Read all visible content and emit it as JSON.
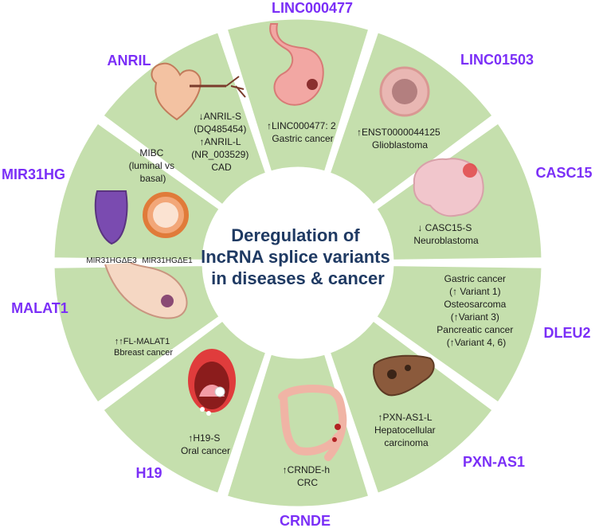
{
  "center_title": [
    "Deregulation of",
    "lncRNA splice variants",
    "in diseases & cancer"
  ],
  "colors": {
    "segment": "#c5dfad",
    "label": "#7b2ff7",
    "title": "#1f3a63"
  },
  "segments": [
    {
      "name": "LINC000477",
      "text": [
        "↑LINC000477: 2",
        "Gastric cancer"
      ],
      "icon": "stomach-icon"
    },
    {
      "name": "LINC01503",
      "text": [
        "↑ENST0000044125",
        "Glioblastoma"
      ],
      "icon": "tumor-cell-icon"
    },
    {
      "name": "CASC15",
      "text": [
        "↓ CASC15-S",
        "Neuroblastoma"
      ],
      "icon": "brain-icon"
    },
    {
      "name": "DLEU2",
      "text": [
        "Gastric cancer",
        "(↑ Variant 1)",
        "Osteosarcoma",
        "(↑Variant 3)",
        "Pancreatic cancer",
        "(↑Variant 4, 6)"
      ],
      "icon": ""
    },
    {
      "name": "PXN-AS1",
      "text": [
        "↑PXN-AS1-L",
        "Hepatocellular",
        "carcinoma"
      ],
      "icon": "liver-icon"
    },
    {
      "name": "CRNDE",
      "text": [
        "↑CRNDE-h",
        "CRC"
      ],
      "icon": "colon-icon"
    },
    {
      "name": "H19",
      "text": [
        "↑H19-S",
        "Oral cancer"
      ],
      "icon": "mouth-icon"
    },
    {
      "name": "MALAT1",
      "text": [
        "↑↑FL-MALAT1",
        "Bbreast cancer"
      ],
      "icon": "breast-icon"
    },
    {
      "name": "MIR31HG",
      "text": [
        "MIBC",
        "(luminal vs",
        "basal)"
      ],
      "icon": "bladder-icon",
      "sublabels": [
        "MIR31HGΔE3",
        "MIR31HGΔE1"
      ]
    },
    {
      "name": "ANRIL",
      "text": [
        "↓ANRIL-S",
        "(DQ485454)",
        "↑ANRIL-L",
        "(NR_003529)",
        "CAD"
      ],
      "icon": "heart-icon"
    }
  ]
}
